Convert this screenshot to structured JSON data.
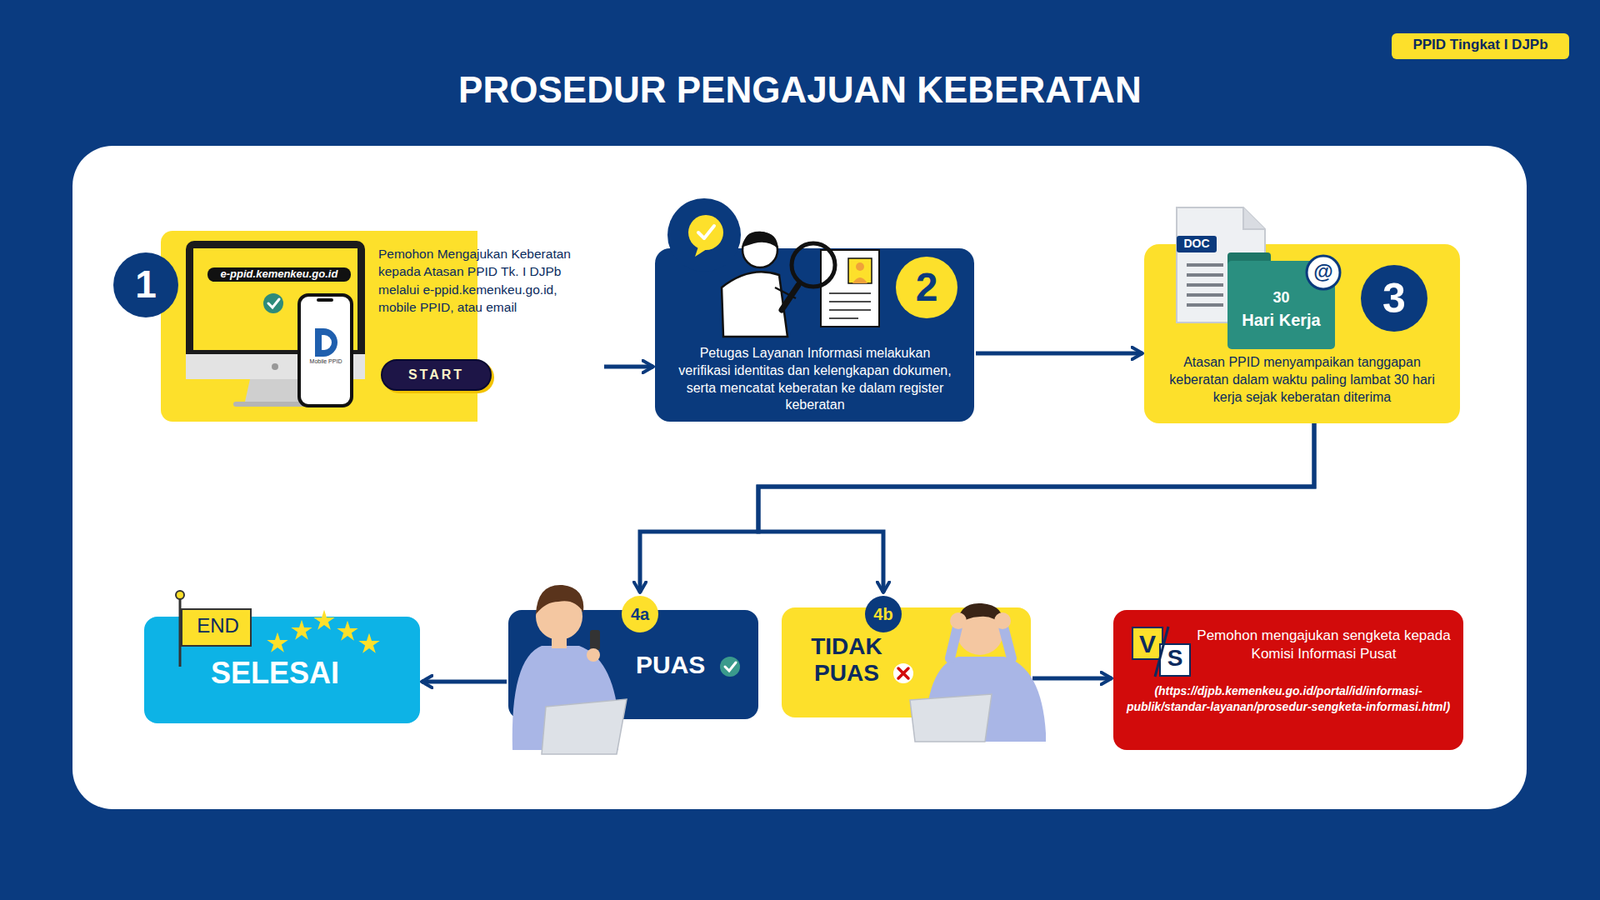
{
  "diagram": {
    "title": "PROSEDUR PENGAJUAN KEBERATAN",
    "nodes": [
      {
        "text": [
          "PPID Tingkat I DJPb"
        ]
      },
      {
        "text": [
          "Pemohon Mengajukan Keberatan kepada Atasan PPID Tk. I DJPb melalui e-ppid.kemenkeu.go.id, mobile PPID, atau email"
        ]
      },
      {
        "text": [
          "START"
        ],
        "in": 1
      },
      {
        "text": [
          "1"
        ]
      },
      {
        "text": [
          "Petugas Layanan Informasi melakukan verifikasi identitas dan kelengkapan dokumen, serta mencatat keberatan ke dalam register keberatan"
        ]
      },
      {
        "text": [
          "2"
        ],
        "in": 4
      },
      {
        "text": [
          "Atasan PPID menyampaikan tanggapan keberatan dalam waktu paling lambat 30 hari kerja sejak keberatan diterima"
        ]
      },
      {
        "text": [
          "30",
          "Hari Kerja"
        ],
        "in": 6
      },
      {
        "text": [
          "3"
        ],
        "in": 6
      },
      {
        "text": [
          "PUAS"
        ]
      },
      {
        "text": [
          "4a"
        ],
        "in": 9
      },
      {
        "text": [
          "TIDAK PUAS"
        ]
      },
      {
        "text": [
          "4b"
        ],
        "in": 11
      },
      {
        "text": [
          "SELESAI"
        ]
      },
      {
        "text": [
          "Pemohon mengajukan sengketa kepada Komisi Informasi Pusat",
          "(https://djpb.kemenkeu.go.id/portal/id/informasi-publik/standar-layanan/prosedur-sengketa-informasi.html)"
        ]
      }
    ],
    "edges": [
      {
        "from": 1,
        "to": 4,
        "arrow": "to"
      },
      {
        "from": 4,
        "to": 6,
        "arrow": "to"
      },
      {
        "from": 6,
        "to": 9,
        "arrow": "to"
      },
      {
        "from": 6,
        "to": 11,
        "arrow": "to"
      },
      {
        "from": 9,
        "to": 13,
        "arrow": "to"
      },
      {
        "from": 11,
        "to": 14,
        "arrow": "to"
      }
    ],
    "labels": [
      "e-ppid.kemenkeu.go.id",
      "Mobile PPID",
      "DOC",
      "@",
      "END",
      "V",
      "S"
    ]
  }
}
